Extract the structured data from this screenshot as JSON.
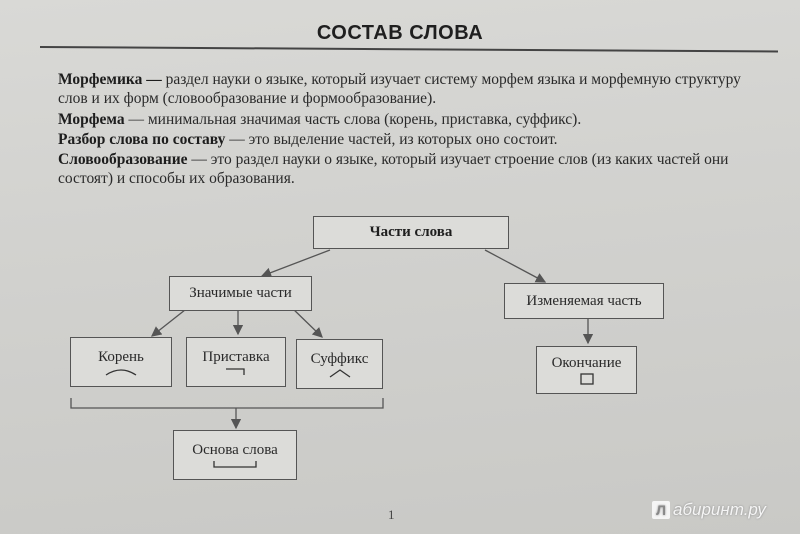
{
  "title": "СОСТАВ СЛОВА",
  "definitions": [
    {
      "term": "Морфемика —",
      "text": " раздел науки о языке, который изучает систему морфем языка и морфемную структуру слов и их форм (словообразование и формообразование)."
    },
    {
      "term": "Морфема",
      "text": " — минимальная значимая часть слова (корень, приставка, суффикс)."
    },
    {
      "term": "Разбор слова по составу",
      "text": " — это выделение частей, из которых оно состоит."
    },
    {
      "term": "Словообразование",
      "text": " — это раздел науки о языке, который изучает строение слов (из каких частей они состоят) и способы их образования."
    }
  ],
  "diagram": {
    "root": "Части слова",
    "significant": "Значимые части",
    "changeable": "Изменяемая часть",
    "root_part": "Корень",
    "prefix": "Приставка",
    "suffix": "Суффикс",
    "ending": "Окончание",
    "stem": "Основа слова"
  },
  "page_number": "1",
  "watermark": "абиринт.ру",
  "watermark_letter": "Л"
}
